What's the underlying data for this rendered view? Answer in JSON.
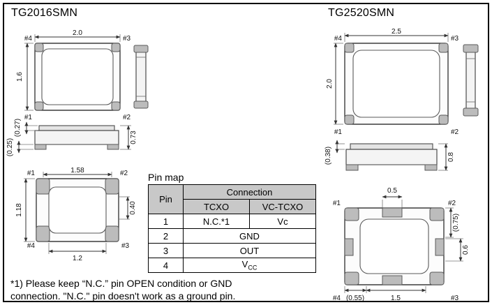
{
  "left": {
    "title": "TG2016SMN",
    "top": {
      "dim_w": "2.0",
      "dim_h": "1.6",
      "pin_tl": "#4",
      "pin_tr": "#3",
      "pin_bl": "#1",
      "pin_br": "#2"
    },
    "front": {
      "dim_lid": "(0.27)",
      "dim_base": "(0.25)",
      "dim_h": "0.73"
    },
    "bottom": {
      "dim_w": "1.58",
      "dim_h": "1.18",
      "dim_pad": "0.40",
      "dim_pitch": "1.2",
      "pin_tl": "#1",
      "pin_tr": "#2",
      "pin_bl": "#4",
      "pin_br": "#3"
    }
  },
  "right": {
    "title": "TG2520SMN",
    "top": {
      "dim_w": "2.5",
      "dim_h": "2.0",
      "pin_tl": "#4",
      "pin_tr": "#3",
      "pin_bl": "#1",
      "pin_br": "#2"
    },
    "front": {
      "dim_lid": "(0.38)",
      "dim_h": "0.8"
    },
    "bottom": {
      "dim_pad_w": "0.5",
      "dim_upper": "(0.75)",
      "dim_pad_h": "0.6",
      "dim_edge": "(0.55)",
      "dim_pitch": "1.5",
      "pin_tl": "#1",
      "pin_tr": "#2",
      "pin_bl": "#4",
      "pin_br": "#3"
    }
  },
  "pin_map": {
    "label": "Pin map",
    "header_pin": "Pin",
    "header_connection": "Connection",
    "header_tcxo": "TCXO",
    "header_vctcxo": "VC-TCXO",
    "rows": [
      {
        "pin": "1",
        "tcxo": "N.C.*1",
        "vc": "Vc"
      },
      {
        "pin": "2",
        "value": "GND"
      },
      {
        "pin": "3",
        "value": "OUT"
      },
      {
        "pin": "4",
        "value": "V",
        "value_sub": "CC"
      }
    ]
  },
  "footnote": {
    "line1": "*1) Please keep “N.C.” pin OPEN condition or GND",
    "line2": "connection. \"N.C.\" pin doesn't work as a ground pin."
  }
}
